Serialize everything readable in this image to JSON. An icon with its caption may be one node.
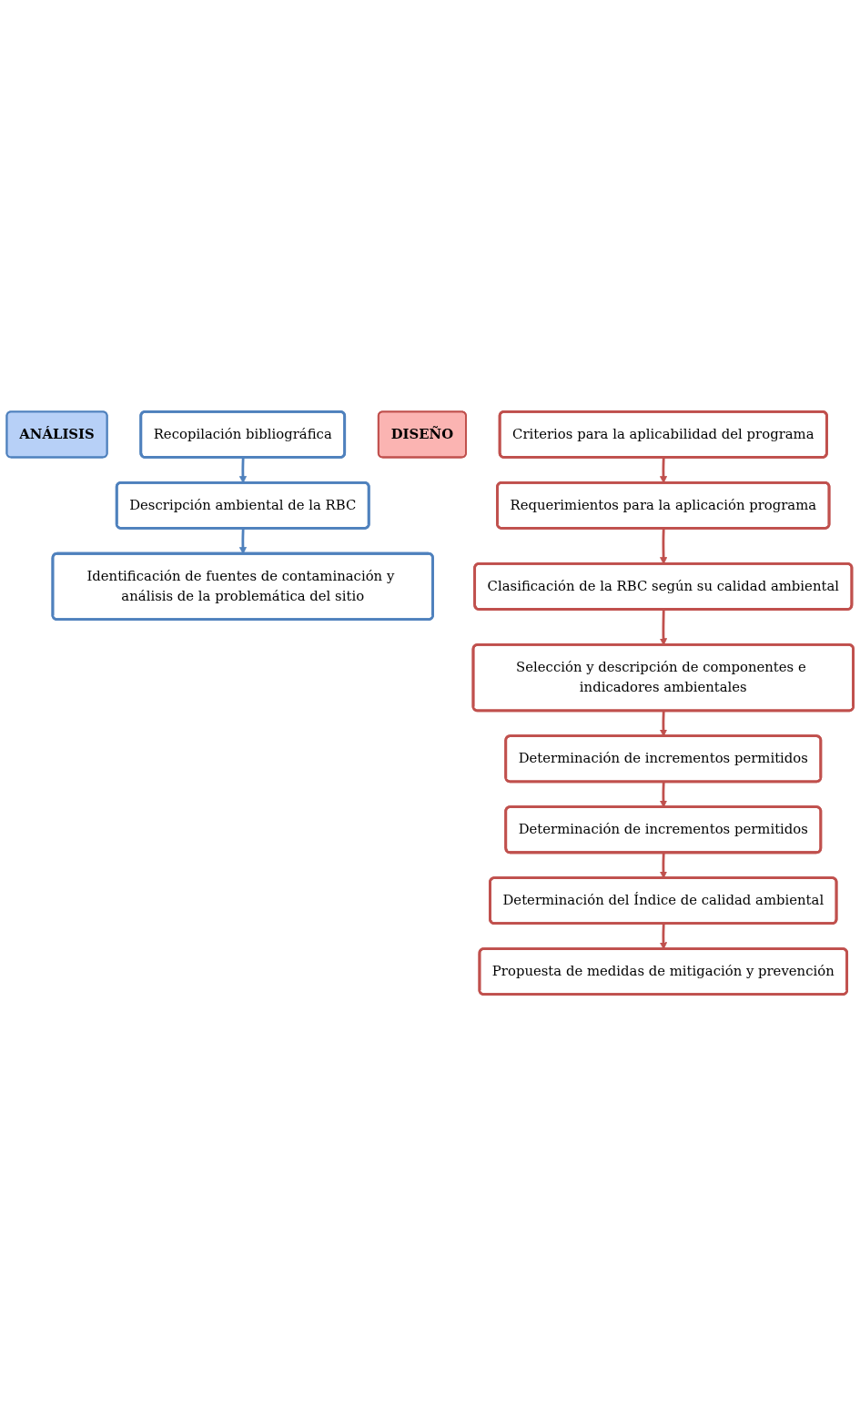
{
  "diagram": {
    "nodes": [
      {
        "text": [
          "ANÁLISIS"
        ]
      },
      {
        "text": [
          "Recopilación bibliográfica"
        ]
      },
      {
        "text": [
          "Descripción ambiental de la RBC"
        ]
      },
      {
        "text": [
          "Identificación de fuentes de contaminación y análisis de la problemática del sitio"
        ]
      },
      {
        "text": [
          "DISEÑO"
        ]
      },
      {
        "text": [
          "Criterios para la aplicabilidad del programa"
        ]
      },
      {
        "text": [
          "Requerimientos para la aplicación programa"
        ]
      },
      {
        "text": [
          "Clasificación de la RBC según su calidad ambiental"
        ]
      },
      {
        "text": [
          "Selección y descripción de componentes e indicadores ambientales"
        ]
      },
      {
        "text": [
          "Determinación de incrementos permitidos"
        ]
      },
      {
        "text": [
          "Determinación de incrementos permitidos"
        ]
      },
      {
        "text": [
          "Determinación del Índice de calidad ambiental"
        ]
      },
      {
        "text": [
          "Propuesta de medidas de mitigación y prevención"
        ]
      }
    ],
    "edges": [
      {
        "from": 1,
        "to": 2,
        "arrow": "to",
        "color": "#4f81bd"
      },
      {
        "from": 2,
        "to": 3,
        "arrow": "to",
        "color": "#4f81bd"
      },
      {
        "from": 5,
        "to": 6,
        "arrow": "to"
      },
      {
        "from": 6,
        "to": 7,
        "arrow": "to"
      },
      {
        "from": 7,
        "to": 8,
        "arrow": "to"
      },
      {
        "from": 8,
        "to": 9,
        "arrow": "to"
      },
      {
        "from": 9,
        "to": 10,
        "arrow": "to"
      },
      {
        "from": 10,
        "to": 11,
        "arrow": "to"
      },
      {
        "from": 11,
        "to": 12,
        "arrow": "to"
      }
    ]
  }
}
